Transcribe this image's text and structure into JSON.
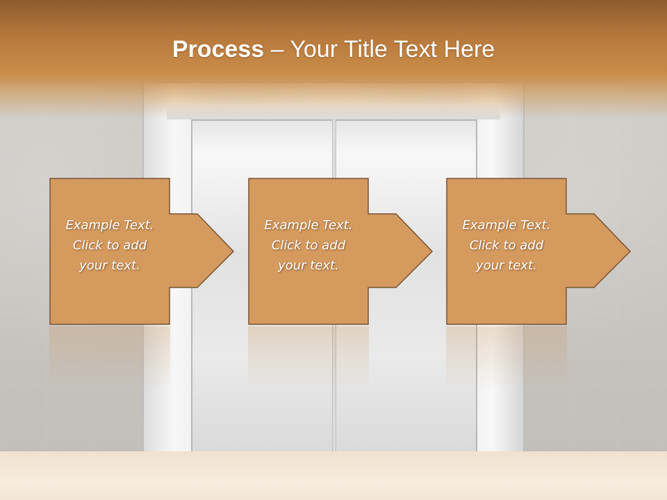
{
  "slide": {
    "title_bold": "Process",
    "title_rest": " – Your Title Text Here"
  },
  "colors": {
    "step_fill": "#d49a5e",
    "step_stroke": "#7a5233",
    "title_band": "#b8793d"
  },
  "steps": [
    {
      "text": "Example Text.\nClick  to add\nyour text."
    },
    {
      "text": "Example Text.\nClick  to add\nyour text."
    },
    {
      "text": "Example Text.\nClick  to add\nyour text."
    }
  ]
}
